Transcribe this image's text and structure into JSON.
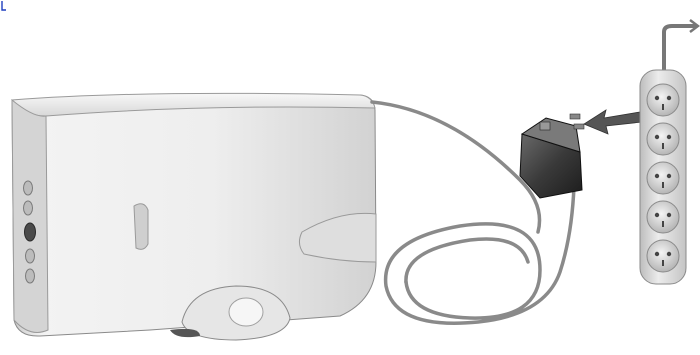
{
  "illustration": {
    "subject": "scanner-power-connection",
    "device": {
      "body_color": "#e9e9e9",
      "shadow_color": "#b8b8b8",
      "outline_color": "#6f6f6f"
    },
    "adapter": {
      "color": "#333333"
    },
    "cable": {
      "color": "#8a8a8a"
    },
    "power_strip": {
      "socket_count": 5,
      "color": "#dcdcdc"
    },
    "arrow": {
      "direction": "left",
      "color": "#555555"
    },
    "corner_mark_color": "#1f3fbf"
  }
}
